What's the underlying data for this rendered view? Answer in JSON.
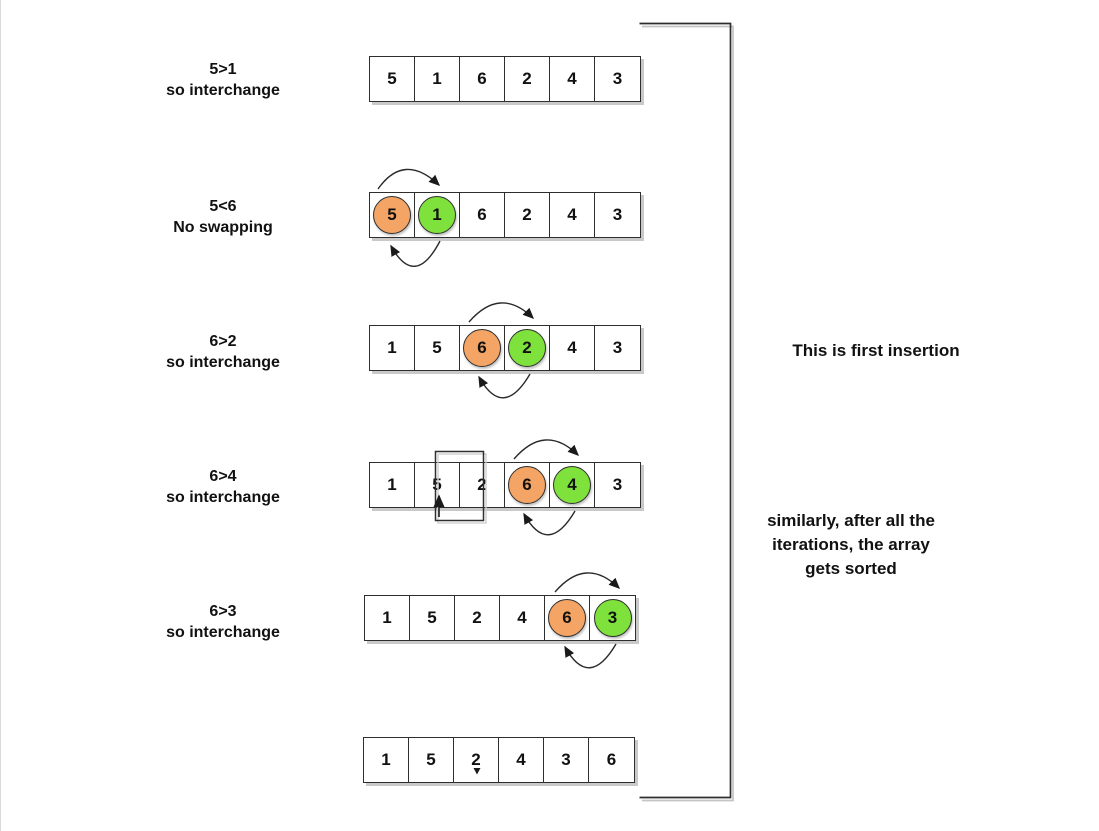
{
  "steps": [
    {
      "comparison": "5>1",
      "action": "so interchange",
      "cells": [
        "5",
        "1",
        "6",
        "2",
        "4",
        "3"
      ],
      "highlight": null
    },
    {
      "comparison": "5<6",
      "action": "No swapping",
      "cells": [
        "5",
        "1",
        "6",
        "2",
        "4",
        "3"
      ],
      "highlight": {
        "orange_index": 0,
        "green_index": 1
      }
    },
    {
      "comparison": "6>2",
      "action": "so interchange",
      "cells": [
        "1",
        "5",
        "6",
        "2",
        "4",
        "3"
      ],
      "highlight": {
        "orange_index": 2,
        "green_index": 3
      }
    },
    {
      "comparison": "6>4",
      "action": "so interchange",
      "cells": [
        "1",
        "5",
        "2",
        "6",
        "4",
        "3"
      ],
      "highlight": {
        "orange_index": 3,
        "green_index": 4
      }
    },
    {
      "comparison": "6>3",
      "action": "so interchange",
      "cells": [
        "1",
        "5",
        "2",
        "4",
        "6",
        "3"
      ],
      "highlight": {
        "orange_index": 4,
        "green_index": 5
      }
    },
    {
      "comparison": "",
      "action": "",
      "cells": [
        "1",
        "5",
        "2",
        "4",
        "3",
        "6"
      ],
      "highlight": null
    }
  ],
  "notes": {
    "first_insertion": "This is first insertion",
    "summary": [
      "similarly, after all the",
      "iterations, the array",
      "gets sorted"
    ]
  },
  "colors": {
    "orange": "#F4A464",
    "green": "#7FE13C",
    "cell_border": "#2E2E2E",
    "text": "#111111",
    "shadow": "#C9C9C9"
  }
}
